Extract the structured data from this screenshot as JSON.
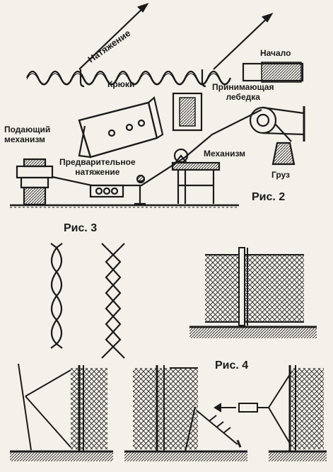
{
  "labels": {
    "tension": "Натяжение",
    "start": "Начало",
    "hooks": "Крюки",
    "receiving_winch": "Принимающая\nлебедка",
    "feeding_mechanism": "Подающий\nмеханизм",
    "pretension": "Предварительное\nнатяжение",
    "mechanism": "Механизм",
    "weight": "Груз"
  },
  "figures": {
    "fig2": "Рис. 2",
    "fig3": "Рис. 3",
    "fig4": "Рис. 4"
  },
  "colors": {
    "ink": "#1a1a1a",
    "paper": "#f4f1ea"
  }
}
